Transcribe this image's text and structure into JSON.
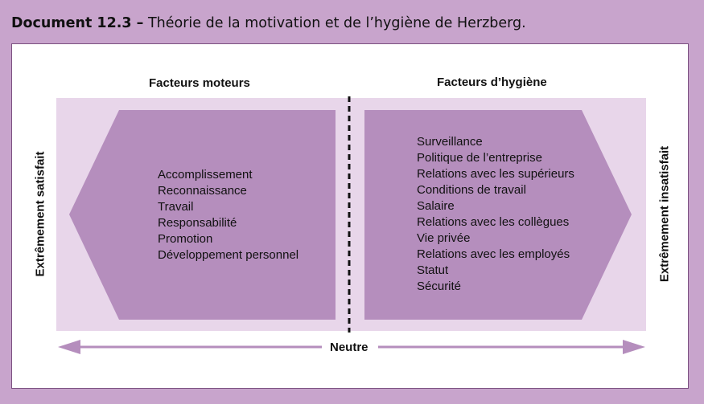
{
  "title": {
    "bold": "Document 12.3 –",
    "rest": " Théorie de la motivation et de l’hygiène de Herzberg."
  },
  "diagram": {
    "left_header": "Facteurs moteurs",
    "right_header": "Facteurs d’hygiène",
    "left_side_label": "Extrêmement satisfait",
    "right_side_label": "Extrêmement insatisfait",
    "neutral_label": "Neutre",
    "motivators": [
      "Accomplissement",
      "Reconnaissance",
      "Travail",
      "Responsabilité",
      "Promotion",
      "Développement personnel"
    ],
    "hygiene": [
      "Surveillance",
      "Politique de l’entreprise",
      "Relations avec les supérieurs",
      "Conditions de travail",
      "Salaire",
      "Relations avec les collègues",
      "Vie privée",
      "Relations avec les employés",
      "Statut",
      "Sécurité"
    ]
  },
  "colors": {
    "background": "#c8a4cc",
    "band": "#e8d6ea",
    "shape": "#b58ebd",
    "arrow": "#b58ebd"
  }
}
